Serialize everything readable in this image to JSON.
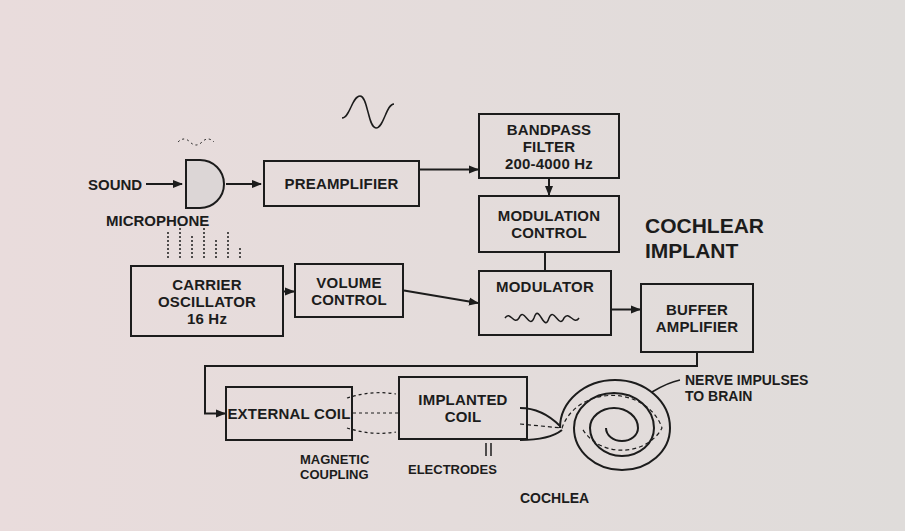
{
  "diagram": {
    "title": "COCHLEAR IMPLANT",
    "nodes": [
      {
        "text": [
          "PREAMPLIFIER"
        ]
      },
      {
        "text": [
          "BANDPASS FILTER",
          "200-4000 Hz"
        ]
      },
      {
        "text": [
          "CARRIER OSCILLATOR",
          "16 Hz"
        ]
      },
      {
        "text": [
          "VOLUME CONTROL"
        ]
      },
      {
        "text": [
          "MODULATION CONTROL"
        ]
      },
      {
        "text": [
          "MODULATOR"
        ]
      },
      {
        "text": [
          "BUFFER AMPLIFIER"
        ]
      },
      {
        "text": [
          "EXTERNAL COIL"
        ]
      },
      {
        "text": [
          "IMPLANTED COIL"
        ]
      }
    ],
    "edges": [
      {
        "from": 0,
        "to": 1,
        "arrow": "to"
      },
      {
        "from": 1,
        "to": 4,
        "arrow": "to"
      },
      {
        "from": 2,
        "to": 3,
        "arrow": "to"
      },
      {
        "from": 3,
        "to": 5,
        "arrow": "to"
      },
      {
        "from": 4,
        "to": 5,
        "arrow": "none"
      },
      {
        "from": 5,
        "to": 6,
        "arrow": "to"
      },
      {
        "from": 6,
        "to": 7,
        "arrow": "to"
      },
      {
        "from": 7,
        "to": 8,
        "arrow": "none"
      }
    ],
    "labels": [
      "SOUND",
      "MICROPHONE",
      "NERVE IMPULSES TO BRAIN",
      "MAGNETIC COUPLING",
      "ELECTRODES",
      "COCHLEA"
    ]
  }
}
